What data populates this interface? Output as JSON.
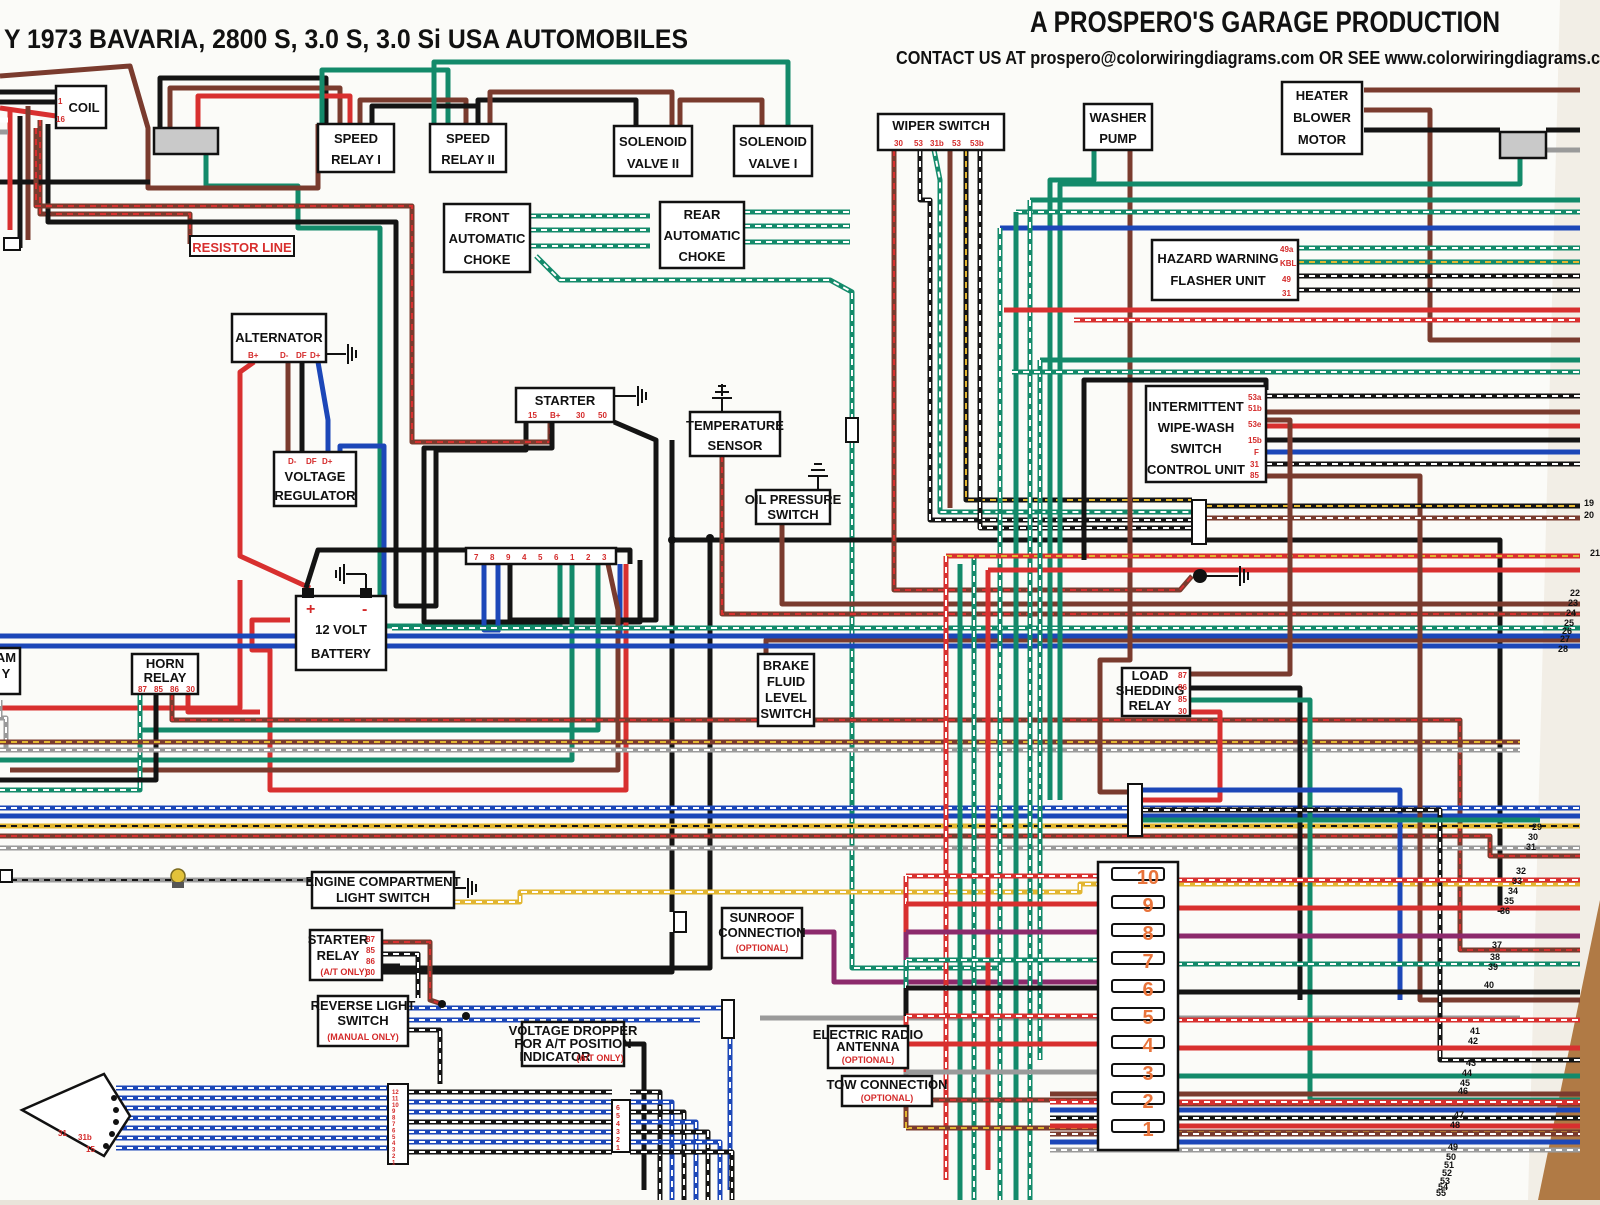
{
  "header": {
    "title_left": "Y 1973 BAVARIA, 2800 S, 3.0 S, 3.0 Si USA AUTOMOBILES",
    "title_right": "A PROSPERO'S GARAGE PRODUCTION",
    "contact": "CONTACT US AT prospero@colorwiringdiagrams.com OR SEE www.colorwiringdiagrams.c"
  },
  "colors": {
    "red": "#d8302f",
    "brown": "#7a3b2e",
    "black": "#141414",
    "green": "#138a6a",
    "blue": "#1c47b8",
    "yellow": "#e2b631",
    "grey": "#9a9a9a",
    "purple": "#8c2a6c",
    "white": "#ffffff",
    "fuse_number": "#e8733a",
    "pin_label": "#d42a2a"
  },
  "components": {
    "coil": {
      "label": "COIL",
      "pins": [
        "1",
        "16"
      ]
    },
    "speed_relay_1": {
      "label": [
        "SPEED",
        "RELAY I"
      ]
    },
    "speed_relay_2": {
      "label": [
        "SPEED",
        "RELAY II"
      ]
    },
    "solenoid_valve_2": {
      "label": [
        "SOLENOID",
        "VALVE II"
      ]
    },
    "solenoid_valve_1": {
      "label": [
        "SOLENOID",
        "VALVE I"
      ]
    },
    "resistor_line": {
      "label": "RESISTOR LINE"
    },
    "front_choke": {
      "label": [
        "FRONT",
        "AUTOMATIC",
        "CHOKE"
      ]
    },
    "rear_choke": {
      "label": [
        "REAR",
        "AUTOMATIC",
        "CHOKE"
      ]
    },
    "wiper_switch": {
      "label": "WIPER SWITCH",
      "pins": [
        "30",
        "53",
        "31b",
        "53",
        "53b"
      ]
    },
    "washer_pump": {
      "label": [
        "WASHER",
        "PUMP"
      ]
    },
    "heater_blower": {
      "label": [
        "HEATER",
        "BLOWER",
        "MOTOR"
      ]
    },
    "hazard_flasher": {
      "label": [
        "HAZARD WARNING",
        "FLASHER UNIT"
      ],
      "pins": [
        "49a",
        "KBL",
        "49",
        "31"
      ]
    },
    "alternator": {
      "label": "ALTERNATOR",
      "pins": [
        "B+",
        "D-",
        "DF",
        "D+"
      ]
    },
    "voltage_regulator": {
      "label": [
        "VOLTAGE",
        "REGULATOR"
      ],
      "pins": [
        "D-",
        "DF",
        "D+"
      ]
    },
    "starter": {
      "label": "STARTER",
      "pins": [
        "15",
        "B+",
        "30",
        "50"
      ]
    },
    "temp_sensor": {
      "label": [
        "TEMPERATURE",
        "SENSOR"
      ]
    },
    "oil_pressure": {
      "label": [
        "OIL PRESSURE",
        "SWITCH"
      ]
    },
    "wipe_wash_unit": {
      "label": [
        "INTERMITTENT",
        "WIPE-WASH",
        "SWITCH",
        "CONTROL UNIT"
      ],
      "pins": [
        "53a",
        "51b",
        "53e",
        "15b",
        "F",
        "31",
        "85"
      ]
    },
    "connector_row": {
      "pins": [
        "7",
        "8",
        "9",
        "4",
        "5",
        "6",
        "1",
        "2",
        "3"
      ]
    },
    "battery": {
      "label": [
        "12 VOLT",
        "BATTERY"
      ],
      "plus": "+",
      "minus": "-"
    },
    "horn_relay": {
      "label": [
        "HORN",
        "RELAY"
      ],
      "pins": [
        "87",
        "85",
        "86",
        "30"
      ]
    },
    "left_relay": {
      "label": [
        "AM",
        "Y"
      ]
    },
    "brake_fluid": {
      "label": [
        "BRAKE",
        "FLUID",
        "LEVEL",
        "SWITCH"
      ]
    },
    "load_shedding": {
      "label": [
        "LOAD",
        "SHEDDING",
        "RELAY"
      ],
      "pins": [
        "87",
        "86",
        "85",
        "30"
      ]
    },
    "engine_light": {
      "label": [
        "ENGINE COMPARTMENT",
        "LIGHT SWITCH"
      ]
    },
    "sunroof": {
      "label": [
        "SUNROOF",
        "CONNECTION"
      ],
      "sub": "(OPTIONAL)"
    },
    "starter_relay": {
      "label": [
        "STARTER",
        "RELAY"
      ],
      "sub": "(A/T ONLY)",
      "pins": [
        "87",
        "85",
        "86",
        "30"
      ]
    },
    "reverse_light": {
      "label": [
        "REVERSE LIGHT",
        "SWITCH"
      ],
      "sub": "(MANUAL ONLY)"
    },
    "voltage_dropper": {
      "label": [
        "VOLTAGE DROPPER",
        "FOR A/T POSITION"
      ],
      "label3": "INDICATOR",
      "sub": "(A/T ONLY)"
    },
    "radio_antenna": {
      "label": [
        "ELECTRIC RADIO",
        "ANTENNA"
      ],
      "sub": "(OPTIONAL)"
    },
    "tow_connection": {
      "label": "TOW CONNECTION",
      "sub": "(OPTIONAL)"
    },
    "ignition_pins": [
      "31",
      "31b",
      "15"
    ],
    "connector_12": [
      "12",
      "11",
      "10",
      "9",
      "8",
      "7",
      "6",
      "5",
      "4",
      "3",
      "2",
      "1"
    ],
    "connector_6": [
      "6",
      "5",
      "4",
      "3",
      "2",
      "1"
    ]
  },
  "fuse_block": {
    "numbers": [
      "10",
      "9",
      "8",
      "7",
      "6",
      "5",
      "4",
      "3",
      "2",
      "1"
    ]
  },
  "wire_numbers": [
    "19",
    "20",
    "21",
    "22",
    "23",
    "24",
    "25",
    "26",
    "27",
    "28",
    "29",
    "30",
    "31",
    "32",
    "33",
    "34",
    "35",
    "36",
    "37",
    "38",
    "39",
    "40",
    "41",
    "42",
    "43",
    "44",
    "45",
    "46",
    "47",
    "48",
    "49",
    "50",
    "51",
    "52",
    "53",
    "54",
    "55"
  ]
}
